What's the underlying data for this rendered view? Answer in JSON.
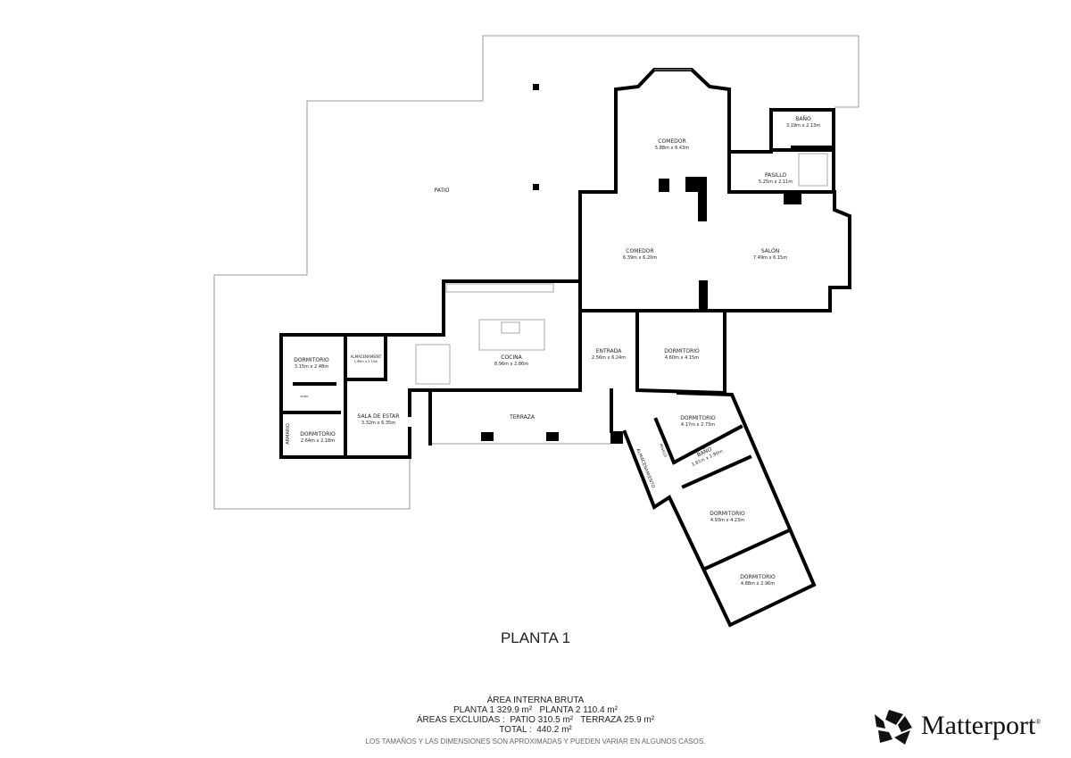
{
  "floor_title": "PLANTA 1",
  "rooms": [
    {
      "name": "PATIO",
      "dims": ""
    },
    {
      "name": "COMEDOR",
      "dims": "5.88m x 6.43m"
    },
    {
      "name": "BAÑO",
      "dims": "3.19m x 2.13m"
    },
    {
      "name": "PASILLO",
      "dims": "5.25m x 2.11m"
    },
    {
      "name": "COMEDOR",
      "dims": "6.39m x 6.20m"
    },
    {
      "name": "SALÓN",
      "dims": "7.49m x 6.15m"
    },
    {
      "name": "COCINA",
      "dims": "8.96m x 2.86m"
    },
    {
      "name": "ENTRADA",
      "dims": "2.56m x 6.24m"
    },
    {
      "name": "DORMITORIO",
      "dims": "4.60m x 4.15m"
    },
    {
      "name": "DORMITORIO",
      "dims": "3.15m x 2.48m"
    },
    {
      "name": "ALMACENAMIENT",
      "dims": "1.98m x 2.15m"
    },
    {
      "name": "SALA DE ESTAR",
      "dims": "3.32m x 6.35m"
    },
    {
      "name": "DORMITORIO",
      "dims": "2.64m x 2.18m"
    },
    {
      "name": "ARMARIO",
      "dims": ""
    },
    {
      "name": "BAÑO",
      "dims": ""
    },
    {
      "name": "TERRAZA",
      "dims": ""
    },
    {
      "name": "DORMITORIO",
      "dims": "4.17m x 2.73m"
    },
    {
      "name": "BAÑO",
      "dims": "3.81m x 1.80m"
    },
    {
      "name": "PASILLO",
      "dims": ""
    },
    {
      "name": "ALMACENAMIENTO",
      "dims": ""
    },
    {
      "name": "DORMITORIO",
      "dims": "4.93m x 4.23m"
    },
    {
      "name": "DORMITORIO",
      "dims": "4.88m x 2.96m"
    }
  ],
  "area_summary": {
    "heading": "ÁREA INTERNA BRUTA",
    "line1": "PLANTA 1 329.9 m²   PLANTA 2 110.4 m²",
    "line2": "ÁREAS EXCLUIDAS :  PATIO 310.5 m²   TERRAZA 25.9 m²",
    "line3": "TOTAL :  440.2 m²",
    "disclaimer": "LOS TAMAÑOS Y LAS DIMENSIONES SON APROXIMADAS Y PUEDEN VARIAR EN ALGUNOS CASOS."
  },
  "logo": {
    "text": "Matterport",
    "mark": "®"
  }
}
